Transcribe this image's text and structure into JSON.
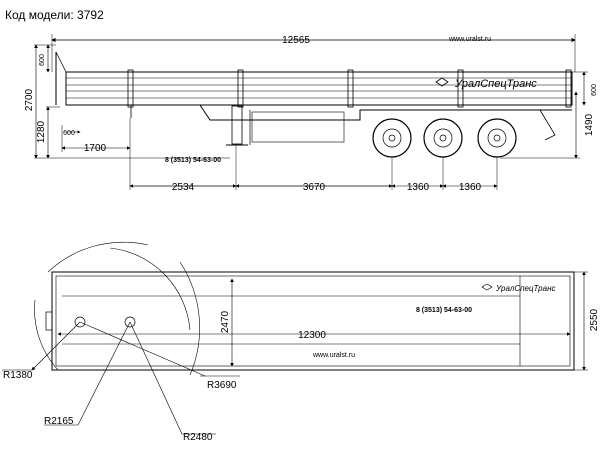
{
  "header": {
    "model_label": "Код модели: 3792"
  },
  "side_view": {
    "overall_length": "12565",
    "website": "www.uralst.ru",
    "phone": "8 (3513) 54-63-00",
    "brand": "УралСпецТранс",
    "height_total": "2700",
    "height_deck": "1280",
    "side_board": "600",
    "rear_height": "1490",
    "rear_board": "600",
    "kingpin_offset": "600",
    "front_overhang": "1700",
    "dim_2534": "2534",
    "dim_3670": "3670",
    "axle_spacing_1": "1360",
    "axle_spacing_2": "1360"
  },
  "top_view": {
    "brand": "УралСпецТранс",
    "phone": "8 (3513) 54-63-00",
    "website": "www.uralst.ru",
    "inner_width": "2470",
    "inner_length": "12300",
    "outer_width": "2550",
    "radius_1380": "R1380",
    "radius_3690": "R3690",
    "radius_2165": "R2165",
    "radius_2480": "R2480"
  }
}
